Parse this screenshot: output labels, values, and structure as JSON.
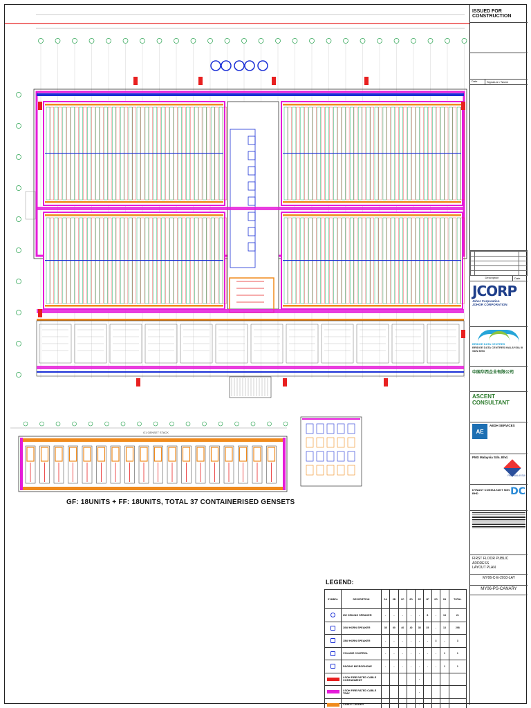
{
  "stamp": "ISSUED FOR CONSTRUCTION",
  "title_block": {
    "date_label": "Date",
    "signature_label": "Signature / Name",
    "description_label": "Description",
    "date_col_label": "Date",
    "client": {
      "logo": "JCORP",
      "name_line1": "Johor Corporation",
      "name_line2": "JOHOR CORPORATION"
    },
    "developer": {
      "logo_tagline": "BRIDGE DATA CENTRES",
      "name": "BRIDGE DATA CENTRES MALAYSIA III SDN BHD"
    },
    "contractor": {
      "name_cn": "中国华西企业有限公司"
    },
    "consultant": {
      "name": "ASCENT CONSULTANT"
    },
    "mep": {
      "logo": "AE",
      "name": "AEDH SERVICES"
    },
    "pmx": {
      "name": "PMX Malaysia Sdn. Bhd.",
      "logo_label": "PMX MALAYSIA"
    },
    "dynast": {
      "name": "DYNAST CONSULTANT SDN BHD",
      "logo": "DC"
    },
    "drawing_title_line1": "FIRST FLOOR PUBLIC ADDRESS",
    "drawing_title_line2": "LAYOUT PLAN",
    "drawing_no": "MY06-C-E-2010-LAY",
    "project_code": "MY06-PS-CANARY"
  },
  "caption": "GF: 18UNITS + FF: 18UNITS, TOTAL 37 CONTAINERISED GENSETS",
  "legend": {
    "title": "LEGEND:",
    "headers": [
      "SYMBOL",
      "DESCRIPTION",
      "2A",
      "2B",
      "2C",
      "2D",
      "2E",
      "2F",
      "2G",
      "2H",
      "TOTAL"
    ],
    "rows": [
      {
        "symbol": "ceiling",
        "desc": "6W CEILING SPEAKER",
        "vals": [
          "-",
          "-",
          "-",
          "-",
          "-",
          "8",
          "-",
          "13",
          "21"
        ]
      },
      {
        "symbol": "horn",
        "desc": "10W HORN SPEAKER",
        "vals": [
          "35",
          "60",
          "40",
          "40",
          "35",
          "35",
          "-",
          "13",
          "298"
        ]
      },
      {
        "symbol": "horn2",
        "desc": "15W HORN SPEAKER",
        "vals": [
          "-",
          "-",
          "-",
          "-",
          "-",
          "-",
          "3",
          "-",
          "3"
        ]
      },
      {
        "symbol": "vol",
        "desc": "VOLUME CONTROL",
        "vals": [
          "-",
          "-",
          "-",
          "-",
          "-",
          "-",
          "-",
          "1",
          "1"
        ]
      },
      {
        "symbol": "mic",
        "desc": "PAGING MICROPHONE",
        "vals": [
          "-",
          "-",
          "-",
          "-",
          "-",
          "-",
          "-",
          "1",
          "1"
        ]
      },
      {
        "symbol": "tray-red",
        "desc": "LSOH FIRE RATED CABLE CONTAINMENT",
        "vals": [
          "",
          "",
          "",
          "",
          "-",
          "",
          "",
          "",
          ""
        ]
      },
      {
        "symbol": "tray-mag",
        "desc": "LSOH FIRE RATED CABLE TRAY",
        "vals": [
          "",
          "",
          "",
          "",
          "-",
          "",
          "",
          "",
          ""
        ]
      },
      {
        "symbol": "tray-org",
        "desc": "CABLE LADDER",
        "vals": [
          "",
          "",
          "",
          "",
          "-",
          "",
          "",
          "",
          ""
        ]
      }
    ]
  },
  "colors": {
    "magenta": "#e51bd9",
    "orange": "#f08a1c",
    "blue": "#1a2fd6",
    "red": "#e82020",
    "green": "#22b36a",
    "cyan": "#19b7c8"
  }
}
